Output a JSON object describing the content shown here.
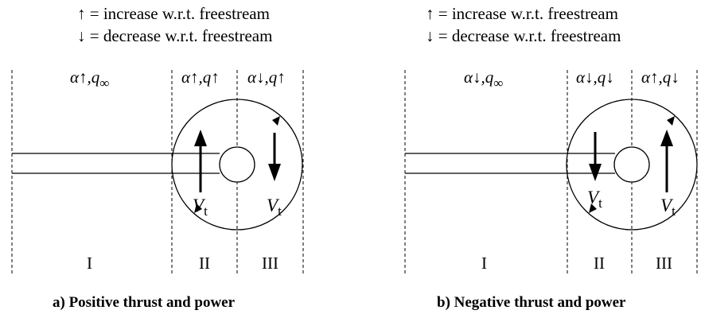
{
  "legend": {
    "up": "↑ = increase w.r.t. freestream",
    "down": "↓ = decrease w.r.t. freestream"
  },
  "panels": [
    {
      "id": "a",
      "caption": "a) Positive thrust and power",
      "regions": [
        {
          "roman": "I",
          "cond_alpha": "α↑,",
          "cond_q": "q",
          "cond_q_sub": "∞"
        },
        {
          "roman": "II",
          "cond_alpha": "α↑,",
          "cond_q": "q↑",
          "cond_q_sub": ""
        },
        {
          "roman": "III",
          "cond_alpha": "α↓,",
          "cond_q": "q↑",
          "cond_q_sub": ""
        }
      ],
      "vt_left": {
        "label": "V",
        "sub": "t",
        "direction": "up"
      },
      "vt_right": {
        "label": "V",
        "sub": "t",
        "direction": "down"
      },
      "rotation": "clockwise"
    },
    {
      "id": "b",
      "caption": "b) Negative thrust and power",
      "regions": [
        {
          "roman": "I",
          "cond_alpha": "α↓,",
          "cond_q": "q",
          "cond_q_sub": "∞"
        },
        {
          "roman": "II",
          "cond_alpha": "α↓,",
          "cond_q": "q↓",
          "cond_q_sub": ""
        },
        {
          "roman": "III",
          "cond_alpha": "α↑,",
          "cond_q": "q↓",
          "cond_q_sub": ""
        }
      ],
      "vt_left": {
        "label": "V",
        "sub": "t",
        "direction": "down"
      },
      "vt_right": {
        "label": "V",
        "sub": "t",
        "direction": "up"
      },
      "rotation": "clockwise"
    }
  ]
}
